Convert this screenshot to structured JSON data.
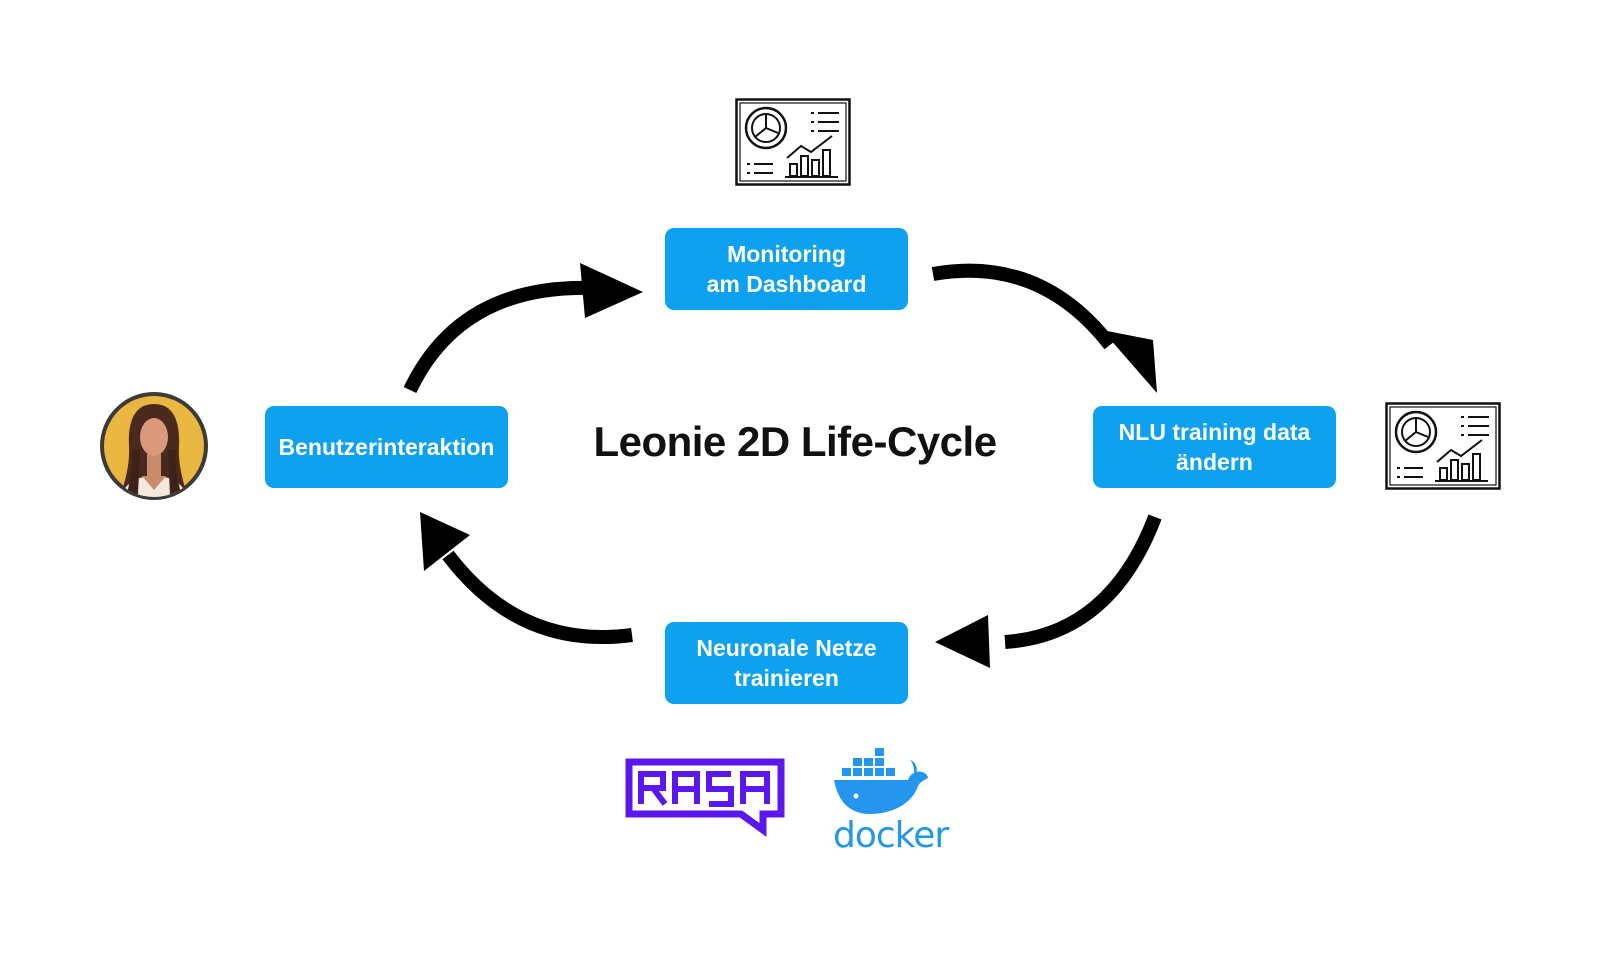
{
  "title": "Leonie 2D Life-Cycle",
  "nodes": {
    "monitoring": {
      "line1": "Monitoring",
      "line2": "am Dashboard"
    },
    "user": {
      "line1": "Benutzerinteraktion"
    },
    "nlu": {
      "line1": "NLU training data",
      "line2": "ändern"
    },
    "train": {
      "line1": "Neuronale Netze",
      "line2": "trainieren"
    }
  },
  "cycle_order": [
    "Benutzerinteraktion",
    "Monitoring am Dashboard",
    "NLU training data ändern",
    "Neuronale Netze trainieren"
  ],
  "logos": {
    "rasa": "RASA",
    "docker": "docker"
  },
  "icons": [
    "dashboard-icon",
    "user-avatar-icon",
    "rasa-logo",
    "docker-logo"
  ],
  "colors": {
    "node_fill": "#0ea1f0",
    "node_text": "#ffffff",
    "arrow": "#000000",
    "rasa": "#5a17ee",
    "docker": "#2496ed"
  }
}
